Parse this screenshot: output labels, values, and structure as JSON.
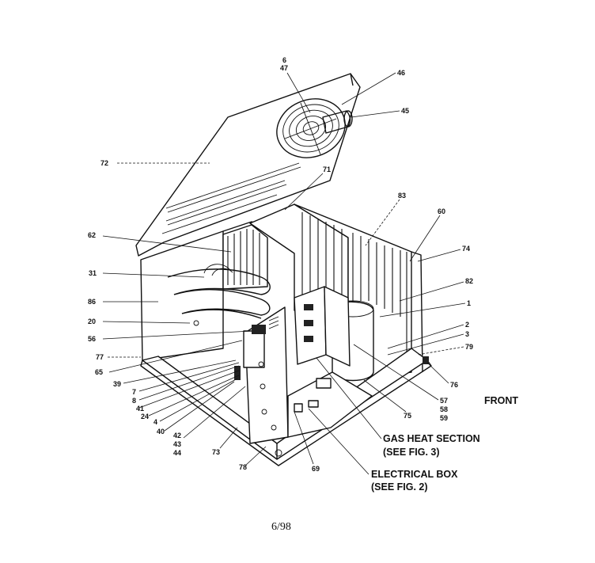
{
  "callouts": {
    "c6": "6",
    "c47": "47",
    "c46": "46",
    "c45": "45",
    "c72": "72",
    "c71": "71",
    "c83": "83",
    "c60": "60",
    "c62": "62",
    "c74": "74",
    "c31": "31",
    "c82": "82",
    "c86": "86",
    "c1": "1",
    "c20": "20",
    "c2": "2",
    "c3": "3",
    "c56": "56",
    "c79": "79",
    "c77": "77",
    "c65": "65",
    "c76": "76",
    "c39": "39",
    "c7": "7",
    "c8": "8",
    "c41": "41",
    "c24": "24",
    "c4": "4",
    "c40": "40",
    "c42": "42",
    "c43": "43",
    "c44": "44",
    "c73": "73",
    "c78": "78",
    "c69": "69",
    "c75": "75",
    "c57": "57",
    "c58": "58",
    "c59": "59"
  },
  "front_label": "FRONT",
  "gas_heat": {
    "line1": "GAS HEAT SECTION",
    "line2": "(SEE FIG. 3)"
  },
  "electrical": {
    "line1": "ELECTRICAL BOX",
    "line2": "(SEE FIG. 2)"
  },
  "footer_date": "6/98"
}
